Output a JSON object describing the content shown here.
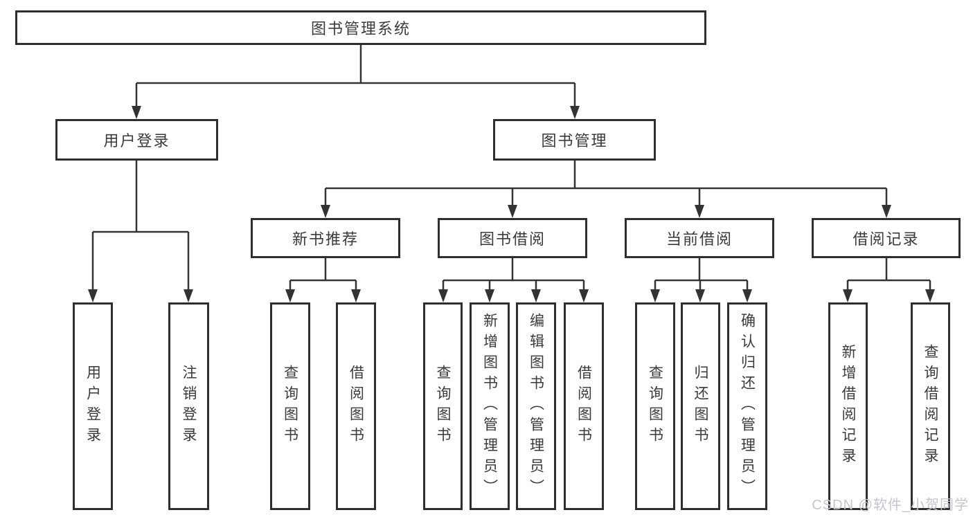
{
  "diagram": {
    "title_node": {
      "label": "图书管理系统"
    },
    "level2": [
      {
        "id": "user-login",
        "label": "用户登录"
      },
      {
        "id": "book-management",
        "label": "图书管理"
      }
    ],
    "level3": [
      {
        "id": "new-book-recommend",
        "label": "新书推荐"
      },
      {
        "id": "book-borrow",
        "label": "图书借阅"
      },
      {
        "id": "current-borrow",
        "label": "当前借阅"
      },
      {
        "id": "borrow-records",
        "label": "借阅记录"
      }
    ],
    "leaves": [
      {
        "parent": "用户登录",
        "label": "用户登录"
      },
      {
        "parent": "用户登录",
        "label": "注销登录"
      },
      {
        "parent": "新书推荐",
        "label": "查询图书"
      },
      {
        "parent": "新书推荐",
        "label": "借阅图书"
      },
      {
        "parent": "图书借阅",
        "label": "查询图书"
      },
      {
        "parent": "图书借阅",
        "label": "新增图书（管理员）"
      },
      {
        "parent": "图书借阅",
        "label": "编辑图书（管理员）"
      },
      {
        "parent": "图书借阅",
        "label": "借阅图书"
      },
      {
        "parent": "当前借阅",
        "label": "查询图书"
      },
      {
        "parent": "当前借阅",
        "label": "归还图书"
      },
      {
        "parent": "当前借阅",
        "label": "确认归还（管理员）"
      },
      {
        "parent": "借阅记录",
        "label": "新增借阅记录"
      },
      {
        "parent": "借阅记录",
        "label": "查询借阅记录"
      }
    ]
  },
  "watermark": {
    "text": "CSDN @软件_小贺同学",
    "color": "#c5c5cc"
  },
  "colors": {
    "background": "#ffffff",
    "box_border": "#2e2e2e",
    "connector_line": "#333333",
    "text": "#3a3a3a"
  }
}
